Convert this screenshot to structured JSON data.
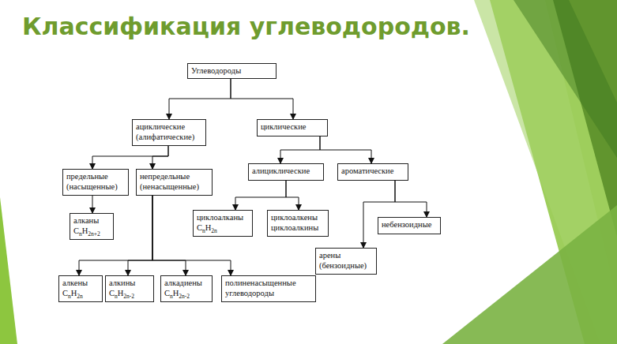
{
  "diagram": {
    "title": "Классификация углеводородов.",
    "nodes": [
      {
        "text": [
          "Углеводороды"
        ]
      },
      {
        "text": [
          "ациклические (алифатические)"
        ]
      },
      {
        "text": [
          "циклические"
        ]
      },
      {
        "text": [
          "предельные (насыщенные)"
        ]
      },
      {
        "text": [
          "непредельные (ненасыщенные)"
        ]
      },
      {
        "text": [
          "алициклические"
        ]
      },
      {
        "text": [
          "ароматические"
        ]
      },
      {
        "text": [
          "алканы",
          "CnH2n+2"
        ]
      },
      {
        "text": [
          "циклоалканы",
          "CnH2n"
        ]
      },
      {
        "text": [
          "циклоалкены циклоалкины"
        ]
      },
      {
        "text": [
          "небензоидные"
        ]
      },
      {
        "text": [
          "арены (бензоидные)"
        ]
      },
      {
        "text": [
          "алкены",
          "CnH2n"
        ]
      },
      {
        "text": [
          "алкины",
          "CnH2n-2"
        ]
      },
      {
        "text": [
          "алкадиены",
          "CnH2n-2"
        ]
      },
      {
        "text": [
          "полиненасыщенные углеводороды"
        ]
      }
    ],
    "edges": [
      {
        "from": 0,
        "to": 1,
        "arrow": "to"
      },
      {
        "from": 0,
        "to": 2,
        "arrow": "to"
      },
      {
        "from": 1,
        "to": 3,
        "arrow": "to"
      },
      {
        "from": 1,
        "to": 4,
        "arrow": "to"
      },
      {
        "from": 2,
        "to": 5,
        "arrow": "to"
      },
      {
        "from": 2,
        "to": 6,
        "arrow": "to"
      },
      {
        "from": 3,
        "to": 7,
        "arrow": "to"
      },
      {
        "from": 4,
        "to": 12,
        "arrow": "to"
      },
      {
        "from": 4,
        "to": 13,
        "arrow": "to"
      },
      {
        "from": 4,
        "to": 14,
        "arrow": "to"
      },
      {
        "from": 4,
        "to": 15,
        "arrow": "to"
      },
      {
        "from": 5,
        "to": 8,
        "arrow": "to"
      },
      {
        "from": 5,
        "to": 9,
        "arrow": "to"
      },
      {
        "from": 6,
        "to": 11,
        "arrow": "to"
      },
      {
        "from": 6,
        "to": 10,
        "arrow": "to"
      }
    ]
  }
}
